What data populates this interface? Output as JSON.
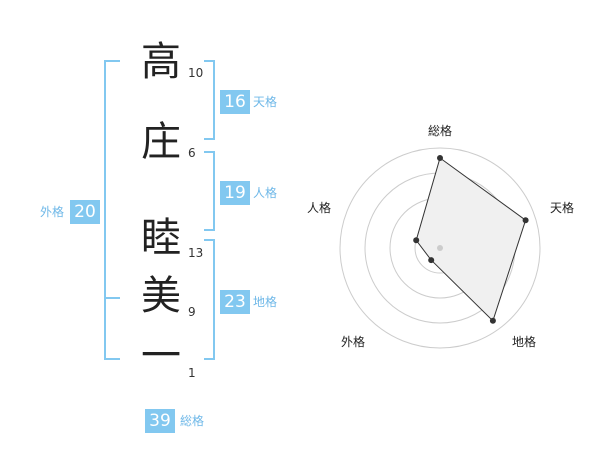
{
  "name": {
    "chars": [
      {
        "char": "高",
        "strokes": "10"
      },
      {
        "char": "庄",
        "strokes": "6"
      },
      {
        "char": "睦",
        "strokes": "13"
      },
      {
        "char": "美",
        "strokes": "9"
      },
      {
        "char": "一",
        "strokes": "1"
      }
    ]
  },
  "fortunes": {
    "ten": {
      "value": "16",
      "label": "天格"
    },
    "jin": {
      "value": "19",
      "label": "人格"
    },
    "chi": {
      "value": "23",
      "label": "地格"
    },
    "gai": {
      "value": "20",
      "label": "外格"
    },
    "sou": {
      "value": "39",
      "label": "総格"
    }
  },
  "colors": {
    "accent": "#82c8f0",
    "bracket": "#82c8f0",
    "radar_fill": "#f0f0f0",
    "radar_stroke": "#333333",
    "ring": "#cccccc"
  },
  "chart_data": {
    "type": "radar",
    "axes": [
      "総格",
      "天格",
      "地格",
      "外格",
      "人格"
    ],
    "values": [
      0.9,
      0.9,
      0.9,
      0.15,
      0.25
    ],
    "range": [
      0,
      1
    ],
    "rings": 4
  }
}
